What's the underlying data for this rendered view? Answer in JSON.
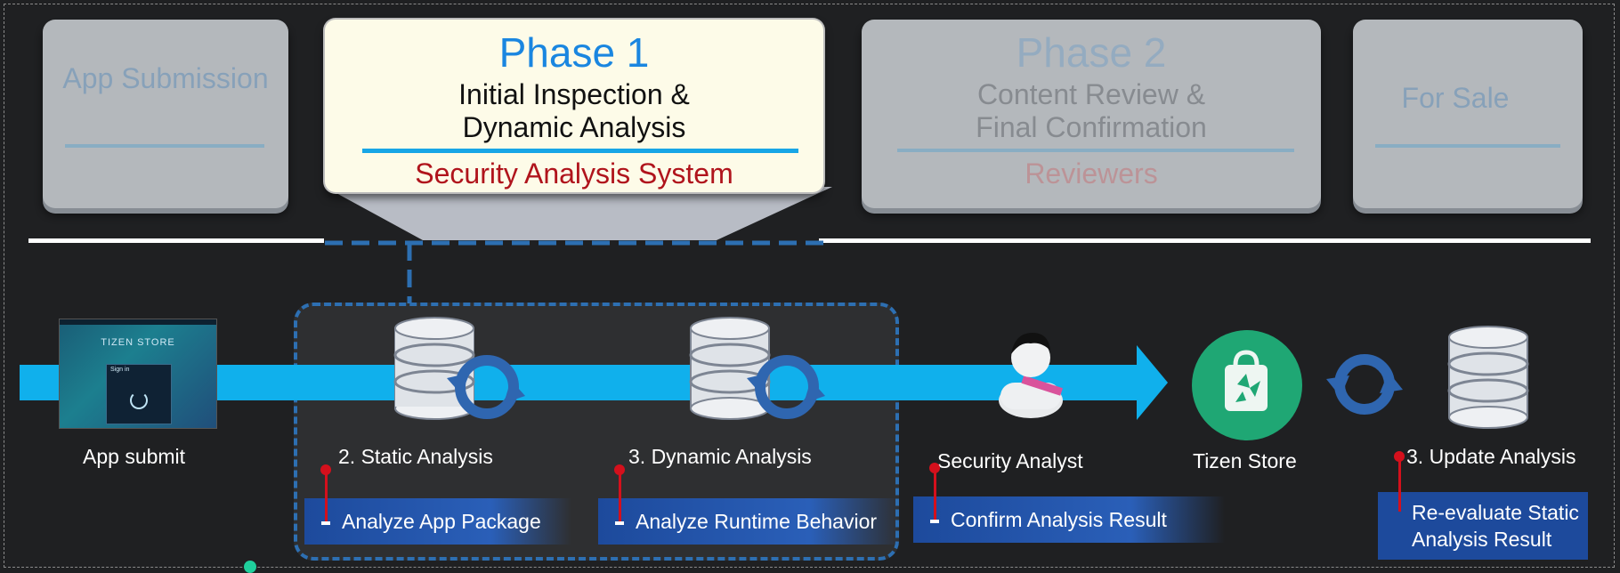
{
  "stages": {
    "app_submission": "App Submission",
    "phase1": {
      "title": "Phase 1",
      "line1": "Initial Inspection &",
      "line2": "Dynamic Analysis",
      "system": "Security Analysis System"
    },
    "phase2": {
      "title": "Phase 2",
      "line1": "Content Review &",
      "line2": "Final Confirmation",
      "system": "Reviewers"
    },
    "for_sale": "For Sale"
  },
  "screenshot": {
    "brand": "TIZEN STORE",
    "signin": "Sign in"
  },
  "steps": {
    "app_submit": "App submit",
    "static": "2. Static Analysis",
    "dynamic": "3. Dynamic Analysis",
    "analyst": "Security Analyst",
    "store": "Tizen Store",
    "update": "3. Update Analysis"
  },
  "actions": {
    "package": "Analyze App Package",
    "runtime": "Analyze Runtime Behavior",
    "confirm": "Confirm Analysis Result",
    "reeval_line1": "Re-evaluate Static",
    "reeval_line2": "Analysis Result"
  },
  "colors": {
    "flow": "#10b0ec",
    "phase_title": "#1a86e0",
    "system": "#b0141c",
    "pill": "#1d4a9c"
  }
}
